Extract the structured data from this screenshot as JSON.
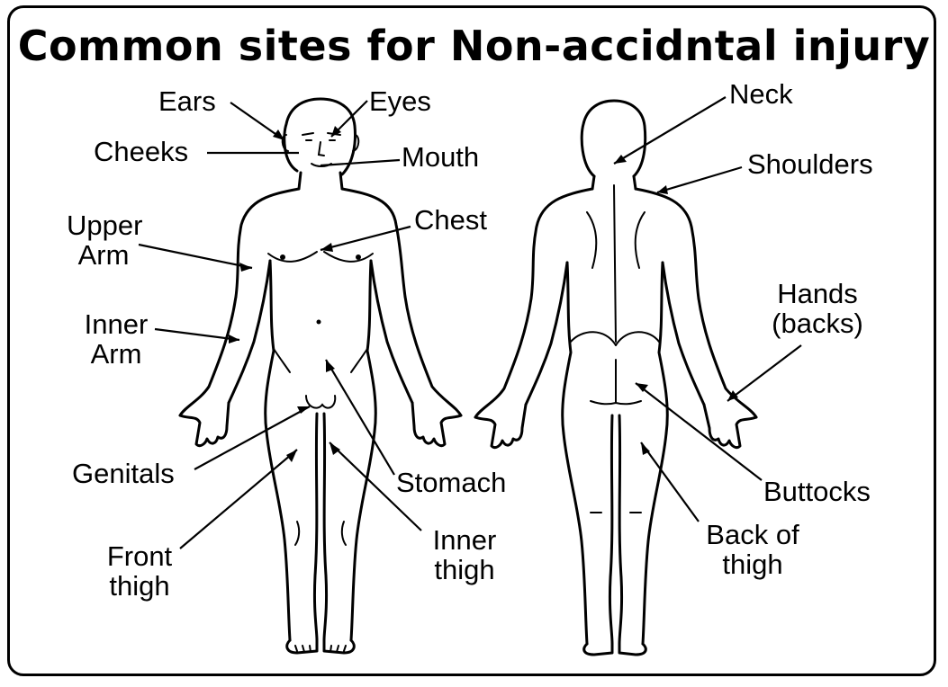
{
  "title": "Common sites for Non-accidntal injury",
  "front_labels": {
    "ears": "Ears",
    "eyes": "Eyes",
    "cheeks": "Cheeks",
    "mouth": "Mouth",
    "upper_arm": "Upper\nArm",
    "chest": "Chest",
    "inner_arm": "Inner\nArm",
    "genitals": "Genitals",
    "stomach": "Stomach",
    "front_thigh": "Front\nthigh",
    "inner_thigh": "Inner\nthigh"
  },
  "back_labels": {
    "neck": "Neck",
    "shoulders": "Shoulders",
    "hands_backs": "Hands\n(backs)",
    "buttocks": "Buttocks",
    "back_of_thigh": "Back of\nthigh"
  }
}
